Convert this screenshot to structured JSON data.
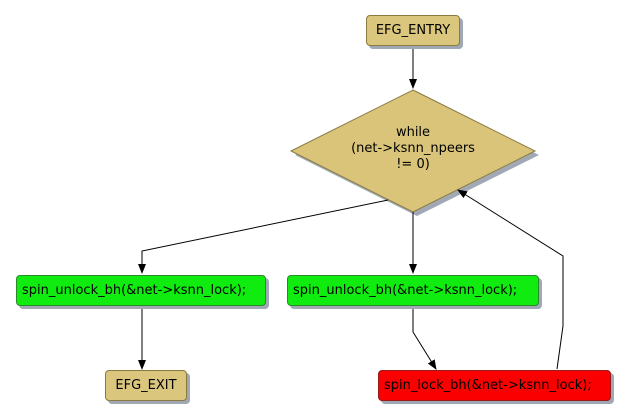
{
  "diagram": {
    "nodes": {
      "entry": {
        "label": "EFG_ENTRY",
        "color": "#dac67c"
      },
      "loop": {
        "line1": "while",
        "line2": "(net->ksnn_npeers",
        "line3": "!= 0)",
        "color": "#d9c47a"
      },
      "unlock_left": {
        "label": "spin_unlock_bh(&net->ksnn_lock);",
        "color": "#10ec10"
      },
      "unlock_right": {
        "label": "spin_unlock_bh(&net->ksnn_lock);",
        "color": "#10ec10"
      },
      "exit": {
        "label": "EFG_EXIT",
        "color": "#dac67c"
      },
      "lock": {
        "label": "spin_lock_bh(&net->ksnn_lock);",
        "color": "#fa0000"
      }
    },
    "edges": [
      {
        "from": "entry",
        "to": "loop"
      },
      {
        "from": "loop",
        "to": "unlock_left"
      },
      {
        "from": "loop",
        "to": "unlock_right"
      },
      {
        "from": "unlock_left",
        "to": "exit"
      },
      {
        "from": "unlock_right",
        "to": "lock"
      },
      {
        "from": "lock",
        "to": "loop"
      }
    ]
  }
}
